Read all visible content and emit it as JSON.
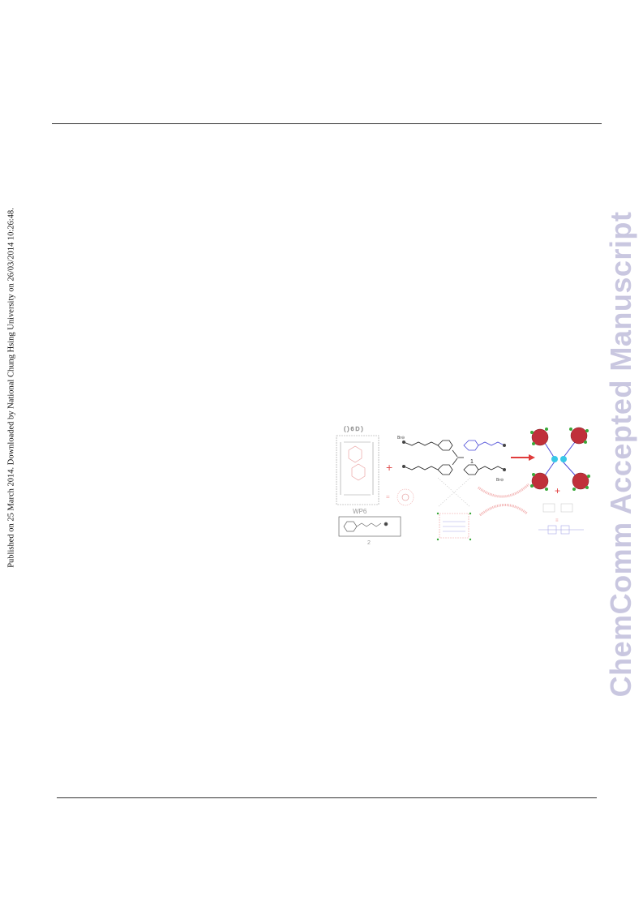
{
  "page": {
    "side_note": "Published on 25 March 2014. Downloaded by National Chung Hsing University on 26/03/2014 10:26:48.",
    "watermark": "ChemComm Accepted Manuscript"
  },
  "figure": {
    "host_label": "WP6",
    "guest_label": "2",
    "compound_label": "1",
    "counter_ion": "Br⊖",
    "colors": {
      "scaffold": "#222222",
      "host": "#e05050",
      "guest": "#4a4ad8",
      "core": "#38c8e8",
      "arrow": "#e03c3c",
      "node_green": "#3aa83a"
    }
  }
}
